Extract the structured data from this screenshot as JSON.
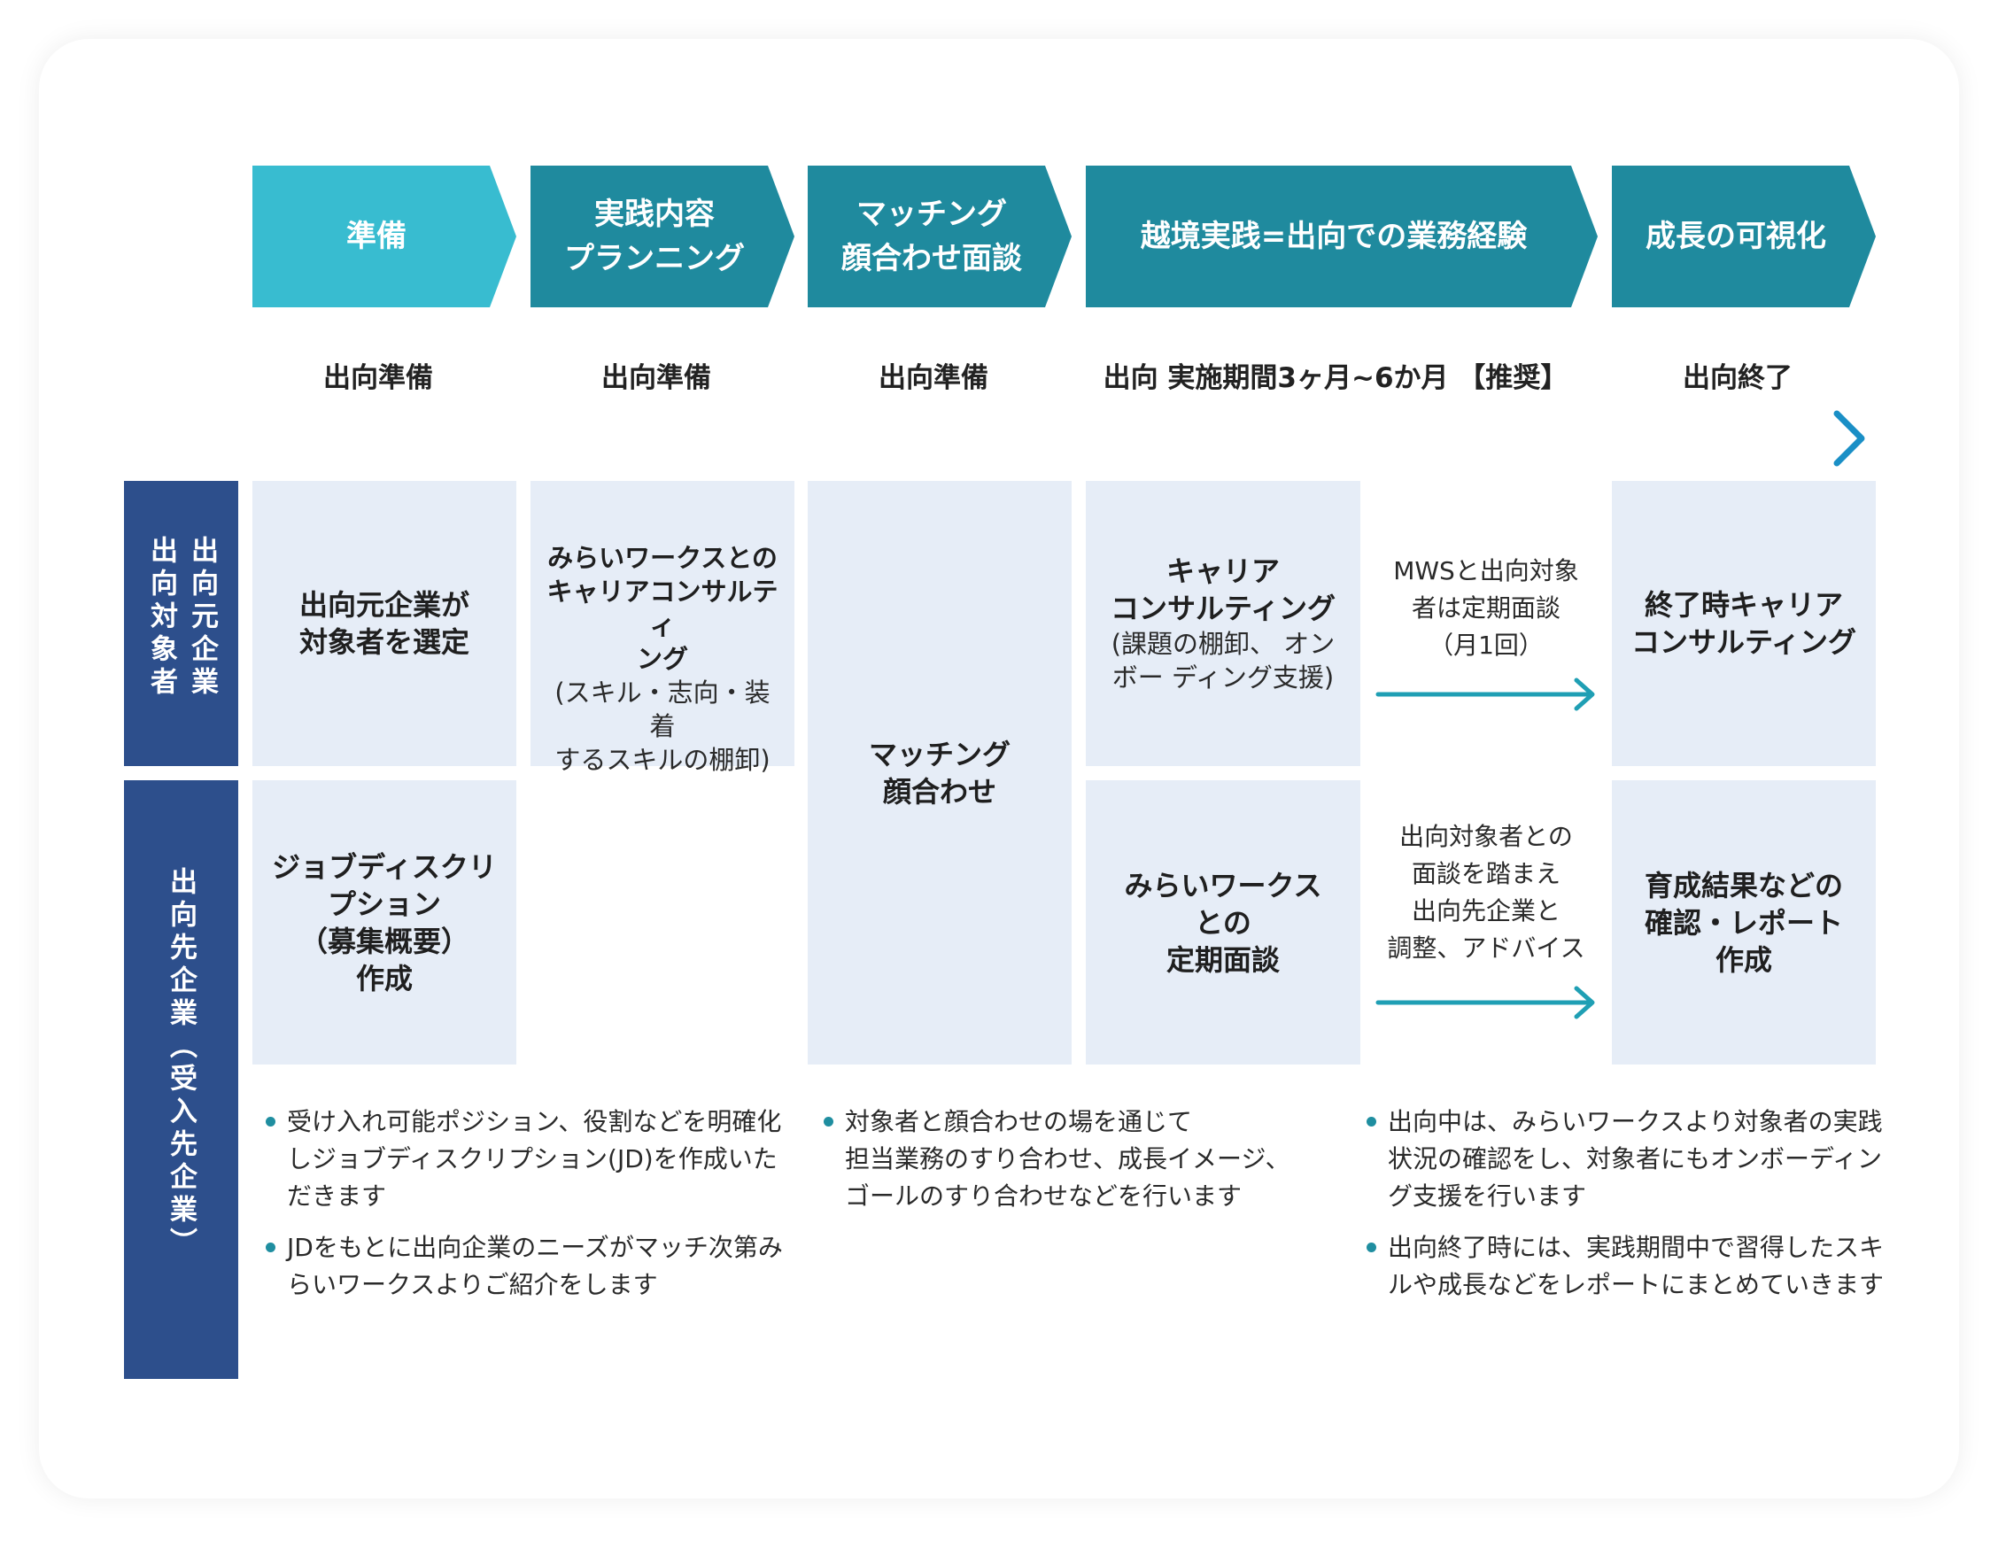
{
  "colors": {
    "prep_chevron": "#38bcd0",
    "chevron": "#1f8a9e",
    "row_label": "#2d4f8c",
    "cell_bg": "#e6edf7",
    "arrow_start": "#38bcd0",
    "arrow_end": "#1a8fc6",
    "small_arrow": "#1f9fb4"
  },
  "phases": [
    {
      "label": "準備",
      "sub": "出向準備"
    },
    {
      "label": "実践内容\nプランニング",
      "sub": "出向準備"
    },
    {
      "label": "マッチング\n顔合わせ面談",
      "sub": "出向準備"
    },
    {
      "label": "越境実践=出向での業務経験",
      "sub": "出向 実施期間3ヶ月~6か月 【推奨】"
    },
    {
      "label": "成長の可視化",
      "sub": "出向終了"
    }
  ],
  "rows": {
    "source": {
      "label_col1": "出向元企業",
      "label_col2": "出向対象者"
    },
    "destination": {
      "label": "出向先企業（受入先企業）"
    }
  },
  "cells": {
    "select": "出向元企業が\n対象者を選定",
    "career_consult_title": "みらいワークスとの\nキャリアコンサルティ\nング",
    "career_consult_detail": "(スキル・志向・装着\nするスキルの棚卸)",
    "matching": "マッチング\n顔合わせ",
    "career_title": "キャリア\nコンサルティング",
    "career_detail": "(課題の棚卸、 オン\nボー ディング支援)",
    "final_career": "終了時キャリア\nコンサルティング",
    "jd": "ジョブディスクリ\nプション\n（募集概要）\n作成",
    "regular_meeting": "みらいワークス\nとの\n定期面談",
    "growth_report": "育成結果などの\n確認・レポート\n作成"
  },
  "notes": {
    "monthly": "MWSと出向対象\n者は定期面談\n（月1回）",
    "adjust": "出向対象者との\n面談を踏まえ\n出向先企業と\n調整、アドバイス"
  },
  "bullets": {
    "left": [
      "受け入れ可能ポジション、役割などを明確化\nしジョブディスクリプション(JD)を作成いた\nだきます",
      "JDをもとに出向企業のニーズがマッチ次第み\nらいワークスよりご紹介をします"
    ],
    "middle": [
      "対象者と顔合わせの場を通じて\n担当業務のすり合わせ、成長イメージ、\nゴールのすり合わせなどを行います"
    ],
    "right": [
      "出向中は、みらいワークスより対象者の実践\n状況の確認をし、対象者にもオンボーディン\nグ支援を行います",
      "出向終了時には、実践期間中で習得したスキ\nルや成長などをレポートにまとめていきます"
    ]
  }
}
